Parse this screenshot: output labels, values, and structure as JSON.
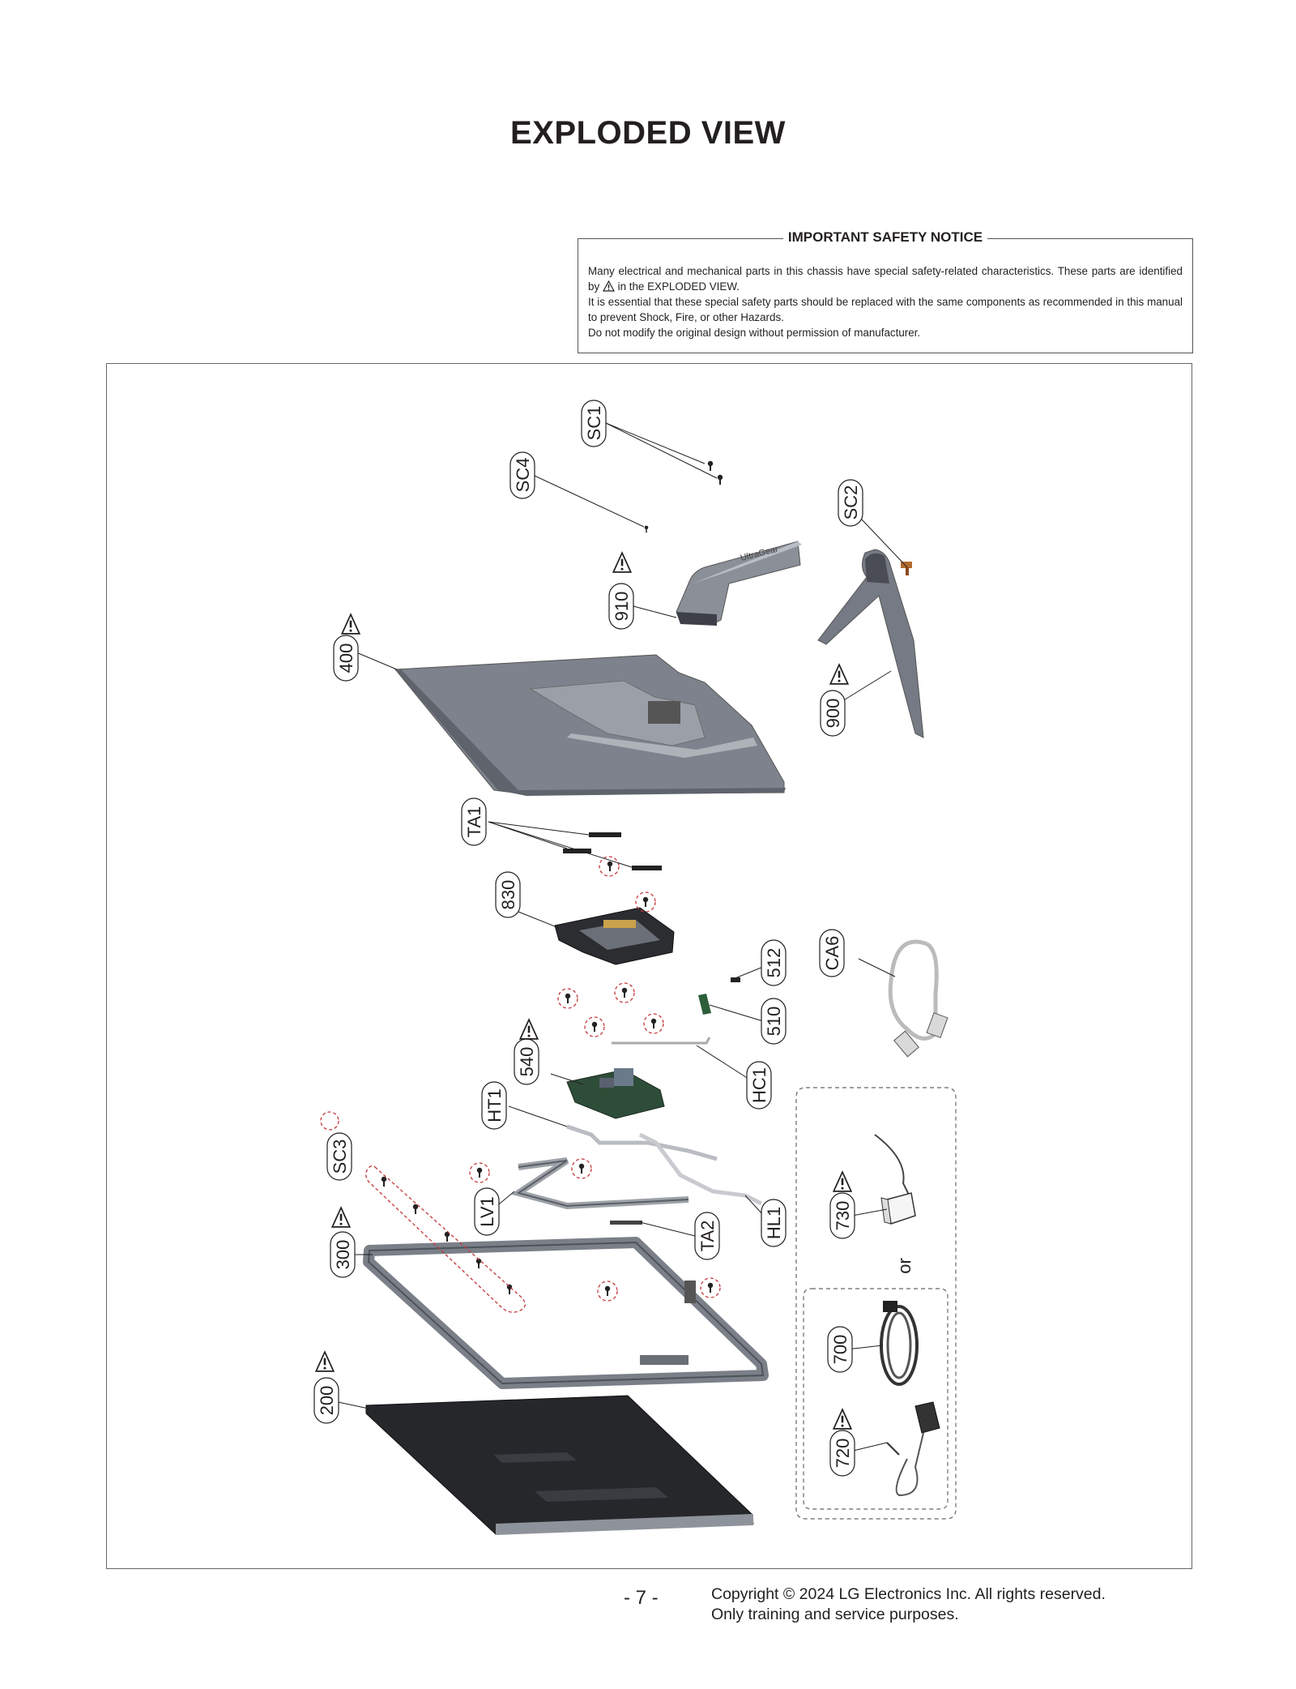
{
  "page": {
    "title": "EXPLODED VIEW",
    "page_number": "- 7 -",
    "copyright_line1": "Copyright © 2024 LG Electronics Inc. All rights reserved.",
    "copyright_line2": "Only training and service purposes."
  },
  "notice": {
    "title": "IMPORTANT SAFETY NOTICE",
    "line1_pre": "Many electrical and mechanical parts in this chassis have special safety-related characteristics. These parts are identified by",
    "line1_post": "in the EXPLODED VIEW.",
    "line2": "It is essential that these special safety parts should be replaced with the same components as recommended in this manual to prevent Shock, Fire, or other Hazards.",
    "line3": "Do not modify the original design without permission of manufacturer."
  },
  "diagram": {
    "brand_mark": "UltraGear",
    "or_label": "or",
    "parts": {
      "sc1": "SC1",
      "sc4": "SC4",
      "sc2": "SC2",
      "p910": "910",
      "p400": "400",
      "p900": "900",
      "ta1": "TA1",
      "p830": "830",
      "p512": "512",
      "ca6": "CA6",
      "p510": "510",
      "p540": "540",
      "hc1": "HC1",
      "ht1": "HT1",
      "sc3": "SC3",
      "lv1": "LV1",
      "hl1": "HL1",
      "p730": "730",
      "p300": "300",
      "ta2": "TA2",
      "p700": "700",
      "p200": "200",
      "p720": "720"
    }
  }
}
